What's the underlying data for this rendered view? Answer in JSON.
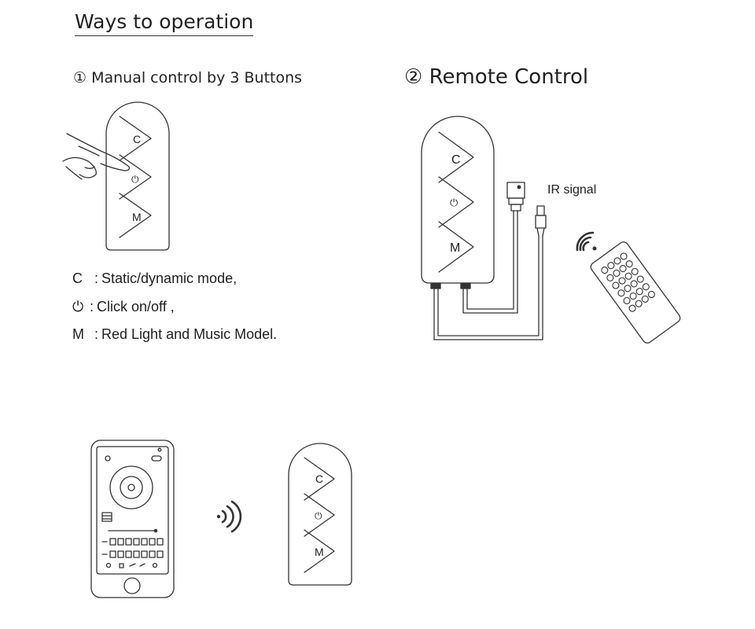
{
  "heading": "Ways to operation",
  "section1": {
    "title": "① Manual control by 3 Buttons"
  },
  "section2": {
    "title": "② Remote Control"
  },
  "controller": {
    "button_c": "C",
    "button_m": "M",
    "power_symbol": "⏻"
  },
  "legend": [
    {
      "key": "C",
      "sep": ":",
      "text": "Static/dynamic mode,"
    },
    {
      "key": "⏻",
      "sep": ":",
      "text": "Click on/off  ,"
    },
    {
      "key": "M",
      "sep": ":",
      "text": "Red Light and Music Model."
    }
  ],
  "ir_label": "IR signal",
  "icons": {
    "finger": "finger-press-icon",
    "wireless": "wireless-signal-icon",
    "remote": "ir-remote-icon",
    "phone": "smartphone-app-icon"
  },
  "colors": {
    "line": "#333333",
    "background": "#ffffff"
  }
}
